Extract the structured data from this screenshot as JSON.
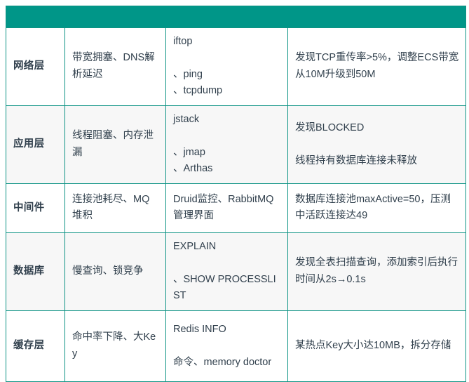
{
  "palette": {
    "accent_teal": "#009688",
    "border_teal": "#0d9384",
    "row_alt_gray": "#f7f7f7",
    "text_dark": "#31404d",
    "text_heading": "#2b2b2b",
    "page_background": "#ffffff"
  },
  "table": {
    "header_row": {
      "cells": [
        "",
        "",
        "",
        ""
      ]
    },
    "columns": [
      {
        "key": "layer",
        "label": ""
      },
      {
        "key": "symptom",
        "label": ""
      },
      {
        "key": "tools",
        "label": ""
      },
      {
        "key": "finding",
        "label": ""
      }
    ],
    "rows": [
      {
        "layer": "网络层",
        "symptom": "带宽拥塞、DNS解析延迟",
        "tools": "iftop\n\n、ping\n、tcpdump",
        "finding": "发现TCP重传率>5%，调整ECS带宽从10M升级到50M"
      },
      {
        "layer": "应用层",
        "symptom": "线程阻塞、内存泄漏",
        "tools": "jstack\n\n、jmap\n、Arthas",
        "finding": "发现BLOCKED\n\n线程持有数据库连接未释放"
      },
      {
        "layer": "中间件",
        "symptom": "连接池耗尽、MQ堆积",
        "tools": "Druid监控、RabbitMQ管理界面",
        "finding": "数据库连接池maxActive=50，压测中活跃连接达49"
      },
      {
        "layer": "数据库",
        "symptom": "慢查询、锁竞争",
        "tools": "EXPLAIN\n\n、SHOW PROCESSLIST",
        "finding": "发现全表扫描查询，添加索引后执行时间从2s→0.1s"
      },
      {
        "layer": "缓存层",
        "symptom": "命中率下降、大Key",
        "tools": "Redis INFO\n\n命令、memory doctor",
        "finding": "某热点Key大小达10MB，拆分存储"
      }
    ]
  }
}
